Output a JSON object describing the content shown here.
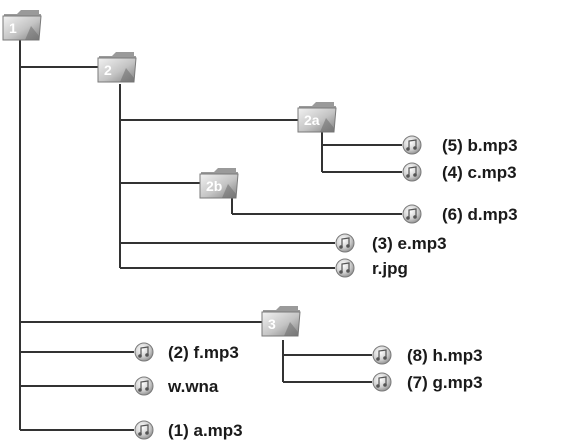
{
  "folders": [
    {
      "id": "f1",
      "label": "1"
    },
    {
      "id": "f2",
      "label": "2"
    },
    {
      "id": "f2a",
      "label": "2a"
    },
    {
      "id": "f2b",
      "label": "2b"
    },
    {
      "id": "f3",
      "label": "3"
    }
  ],
  "files": [
    {
      "id": "b",
      "label": "(5) b.mp3",
      "icon": "music-note-icon"
    },
    {
      "id": "c",
      "label": "(4) c.mp3",
      "icon": "music-note-icon"
    },
    {
      "id": "d",
      "label": "(6) d.mp3",
      "icon": "music-note-icon"
    },
    {
      "id": "e",
      "label": "(3) e.mp3",
      "icon": "music-note-icon"
    },
    {
      "id": "r",
      "label": "r.jpg",
      "icon": "unsupported-file-icon"
    },
    {
      "id": "f",
      "label": "(2) f.mp3",
      "icon": "music-note-icon"
    },
    {
      "id": "w",
      "label": "w.wna",
      "icon": "unsupported-file-icon"
    },
    {
      "id": "a",
      "label": "(1) a.mp3",
      "icon": "music-note-icon"
    },
    {
      "id": "h",
      "label": "(8) h.mp3",
      "icon": "music-note-icon"
    },
    {
      "id": "g",
      "label": "(7) g.mp3",
      "icon": "music-note-icon"
    }
  ],
  "colors": {
    "line": "#333333",
    "folder_light": "#e6e6e6",
    "folder_dark": "#8c8c8c",
    "disc": "#9a9a9a"
  }
}
